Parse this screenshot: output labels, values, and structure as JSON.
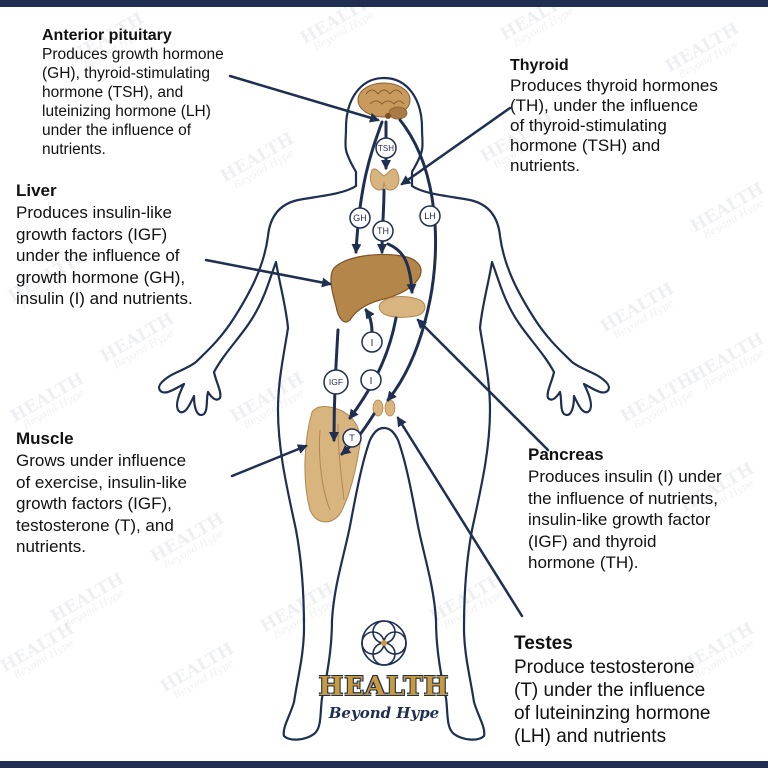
{
  "colors": {
    "navy": "#1f2f52",
    "organ": "#b5864a",
    "organ_light": "#d8b47e",
    "logo_gold": "#c79a3c"
  },
  "watermark": {
    "name": "HEALTH",
    "tagline": "Beyond Hype"
  },
  "logo": {
    "name": "HEALTH",
    "tagline": "Beyond Hype",
    "icon": "flower-of-life-icon"
  },
  "organs": {
    "anterior_pituitary": {
      "title": "Anterior pituitary",
      "text": "Produces growth hormone\n(GH), thyroid-stimulating\nhormone (TSH), and\nluteinizing hormone (LH)\nunder the influence of\nnutrients."
    },
    "thyroid": {
      "title": "Thyroid",
      "text": "Produces thyroid hormones\n(TH), under the influence\nof thyroid-stimulating\nhormone (TSH) and\nnutrients."
    },
    "liver": {
      "title": "Liver",
      "text": "Produces insulin-like\ngrowth factors (IGF)\nunder the influence of\ngrowth hormone (GH),\ninsulin (I) and nutrients."
    },
    "muscle": {
      "title": "Muscle",
      "text": "Grows under influence\nof exercise, insulin-like\ngrowth factors (IGF),\ntestosterone (T), and\nnutrients."
    },
    "pancreas": {
      "title": "Pancreas",
      "text": "Produces insulin (I) under\nthe influence of nutrients,\ninsulin-like growth factor\n(IGF) and thyroid\nhormone (TH)."
    },
    "testes": {
      "title": "Testes",
      "text": "Produce testosterone\n(T) under the influence\nof luteininzing hormone\n(LH) and nutrients"
    }
  },
  "hormones": {
    "tsh": "TSH",
    "gh": "GH",
    "th": "TH",
    "lh": "LH",
    "i": "I",
    "igf": "IGF",
    "t": "T"
  }
}
